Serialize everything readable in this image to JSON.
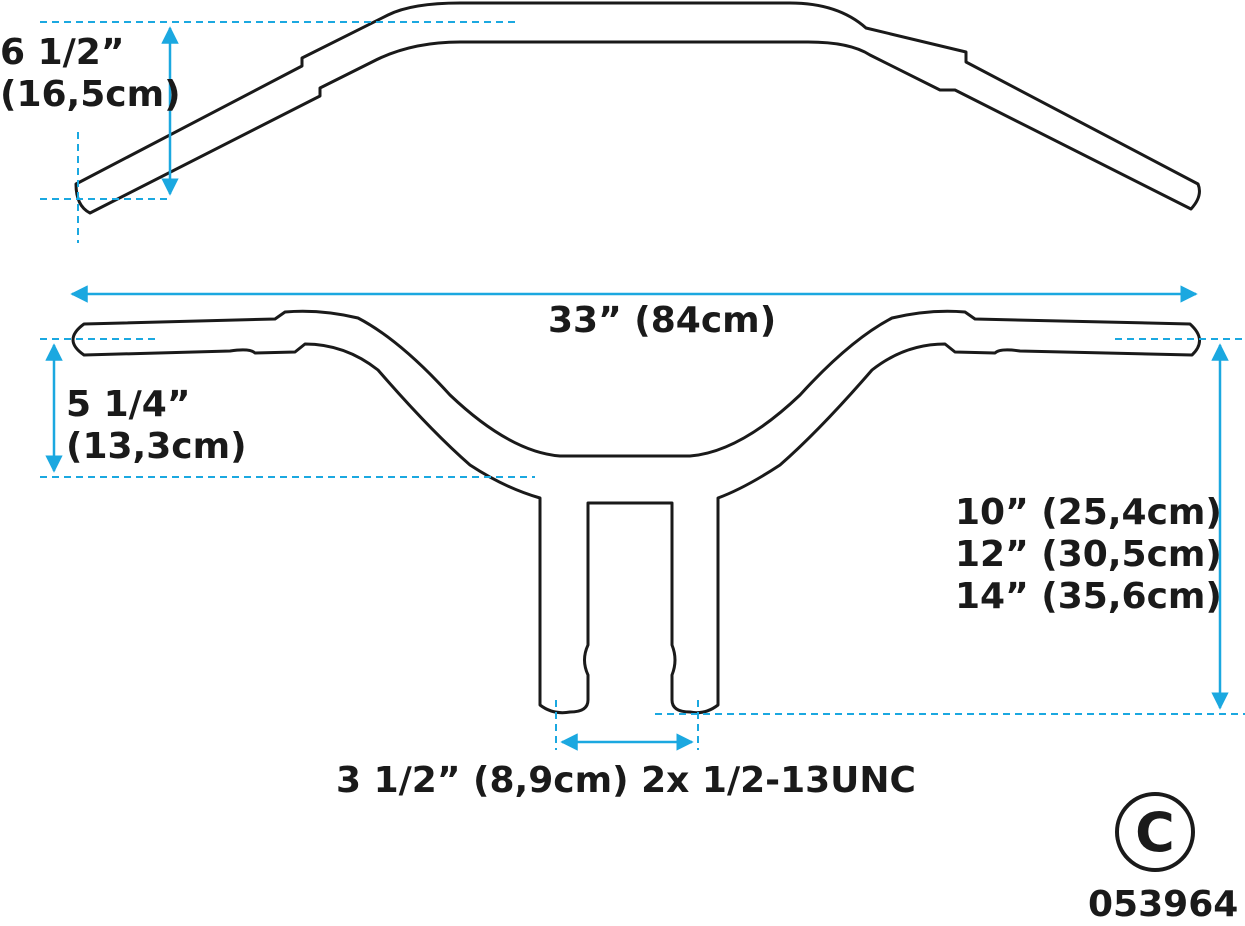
{
  "side_view": {
    "rise_inch": "6 1/2”",
    "rise_cm": "(16,5cm)"
  },
  "top_view": {
    "width_label": "33” (84cm)",
    "pullback_inch": "5 1/4”",
    "pullback_cm": "(13,3cm)",
    "height_options": [
      "10” (25,4cm)",
      "12” (30,5cm)",
      "14” (35,6cm)"
    ],
    "mount_label": "3 1/2” (8,9cm) 2x 1/2-13UNC"
  },
  "badge": {
    "letter": "C",
    "code": "053964"
  },
  "colors": {
    "dimension_line": "#1ba8e0",
    "outline": "#1a1a1a"
  }
}
